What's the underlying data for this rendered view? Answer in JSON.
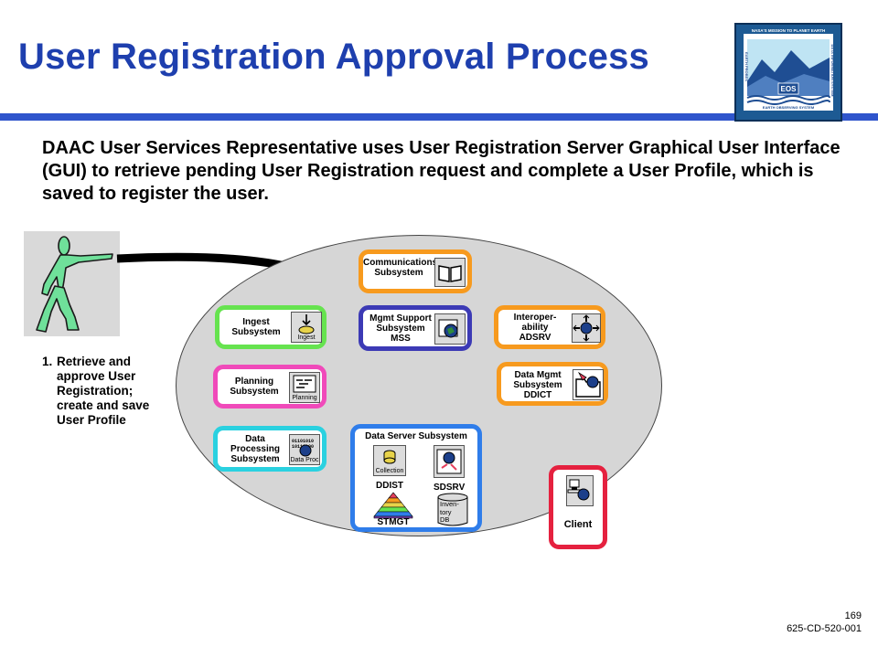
{
  "title": "User Registration Approval Process",
  "description": "DAAC User Services Representative uses User Registration Server Graphical User Interface (GUI) to retrieve pending User Registration request and complete a User Profile, which is saved to register the user.",
  "step": {
    "number": "1.",
    "lines": [
      "Retrieve and",
      "approve  User",
      "Registration;",
      "create and save",
      "User Profile"
    ]
  },
  "logo": {
    "top_text": "NASA'S MISSION TO PLANET EARTH",
    "center_text": "EOS",
    "bottom_text": "EARTH OBSERVING SYSTEM",
    "left_text": "EARTH PROBES",
    "right_text": "DATA INFORMATION SYSTEM"
  },
  "subsystems": {
    "communications": {
      "label": [
        "Communications",
        "Subsystem"
      ],
      "color": "#f79a1e"
    },
    "mss": {
      "label": [
        "Mgmt Support",
        "Subsystem",
        "MSS"
      ],
      "color": "#3c3ab5"
    },
    "interop": {
      "label": [
        "Interoper-",
        "ability",
        "ADSRV"
      ],
      "color": "#f79a1e"
    },
    "ingest": {
      "label": [
        "Ingest",
        "Subsystem"
      ],
      "icon_caption": "Ingest",
      "color": "#66e34f"
    },
    "planning": {
      "label": [
        "Planning",
        "Subsystem"
      ],
      "icon_caption": "Planning",
      "color": "#f04aba"
    },
    "data_processing": {
      "label": [
        "Data",
        "Processing",
        "Subsystem"
      ],
      "icon_caption": "Data Proc",
      "color": "#2ad1e0"
    },
    "data_mgmt": {
      "label": [
        "Data Mgmt",
        "Subsystem",
        "DDICT"
      ],
      "color": "#f79a1e"
    },
    "data_server": {
      "label": "Data Server Subsystem",
      "collection_caption": "Collection",
      "ddist": "DDIST",
      "sdsrv": "SDSRV",
      "stmgt": "STMGT",
      "inventory": [
        "Inven-",
        "tory",
        "DB"
      ],
      "color": "#2f7dea"
    },
    "client": {
      "label": "Client",
      "color": "#e5213f"
    }
  },
  "footer": {
    "page": "169",
    "doc_id": "625-CD-520-001"
  },
  "colors": {
    "title": "#1e3fae",
    "rule": "#2f55cc",
    "ellipse": "#d6d6d6",
    "figure": "#6fe09a"
  }
}
